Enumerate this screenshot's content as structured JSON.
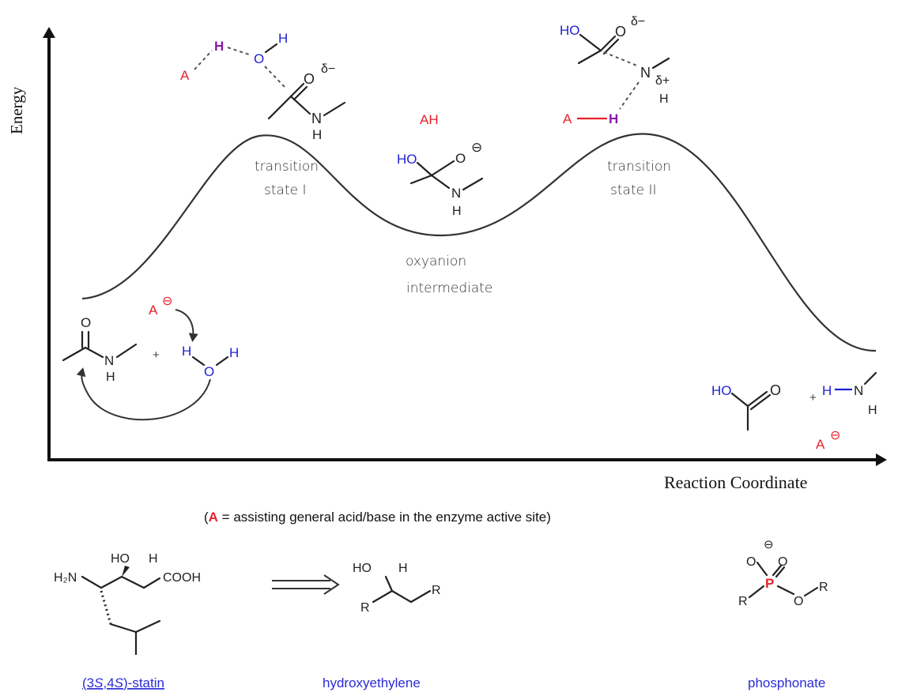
{
  "axes": {
    "y_label": "Energy",
    "x_label": "Reaction Coordinate"
  },
  "colors": {
    "acid_red": "#e8202a",
    "oxygen_blue": "#1f1fd6",
    "h_purple": "#8a1aa8",
    "label_blue": "#2b2bd8",
    "ink": "#222222"
  },
  "states": {
    "ts1": [
      "transition",
      "state I"
    ],
    "ts2": [
      "transition",
      "state II"
    ],
    "intermediate": [
      "oxyanion",
      "intermediate"
    ]
  },
  "atoms": {
    "A": "A",
    "AH": "AH",
    "H": "H",
    "O": "O",
    "N": "N",
    "HO": "HO",
    "H2N": "H₂N",
    "COOH": "COOH",
    "R": "R",
    "P": "P",
    "delta_minus": "δ−",
    "delta_plus": "δ+",
    "plus": "+",
    "minus_charge": "⊖"
  },
  "caption": {
    "open": "(",
    "symbol": "A",
    "rest": " = assisting general acid/base in the enzyme active site)"
  },
  "inhibitors": {
    "statin": {
      "prefix": "(3",
      "s1": "S",
      "mid": ",4",
      "s2": "S",
      "suffix": ")-statin"
    },
    "hydroxyethylene": "hydroxyethylene",
    "phosphonate": "phosphonate"
  }
}
